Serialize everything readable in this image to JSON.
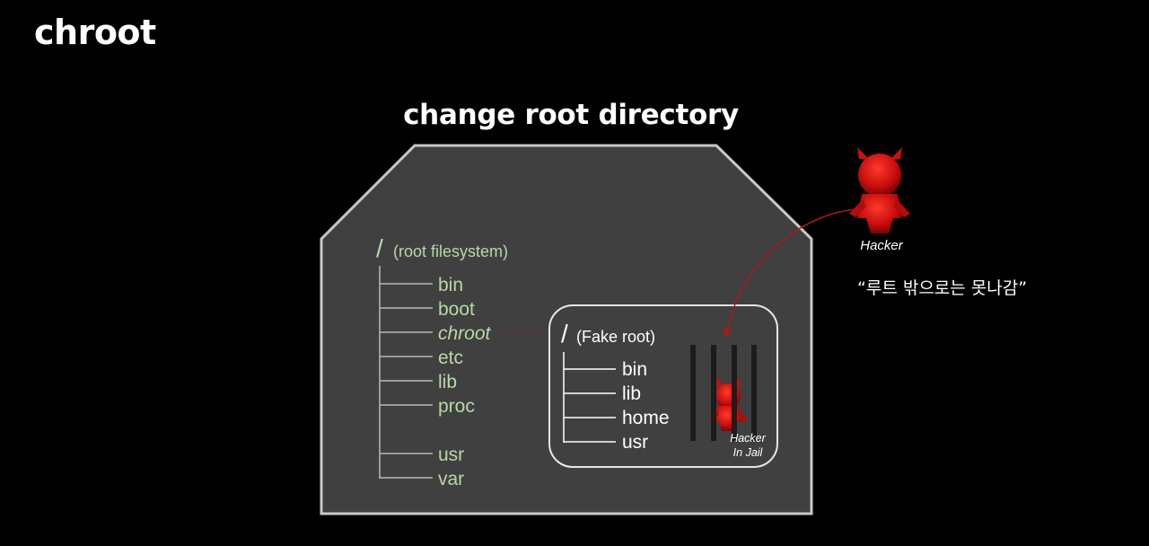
{
  "title": "chroot",
  "heading": "change root directory",
  "root_fs": {
    "slash": "/",
    "label": "(root filesystem)",
    "items": [
      "bin",
      "boot",
      "chroot",
      "etc",
      "lib",
      "proc",
      "usr",
      "var"
    ]
  },
  "fake_root": {
    "slash": "/",
    "label": "(Fake root)",
    "items": [
      "bin",
      "lib",
      "home",
      "usr"
    ]
  },
  "hacker": {
    "label": "Hacker",
    "quote": "“루트 밖으로는 못나감”"
  },
  "jail": {
    "label_line1": "Hacker",
    "label_line2": "In Jail"
  },
  "colors": {
    "background": "#000000",
    "house_fill": "#404040",
    "house_stroke": "#c8c8c8",
    "path_text": "#b8d9a4",
    "hacker_red": "#d01010",
    "arrow": "#b01818"
  }
}
